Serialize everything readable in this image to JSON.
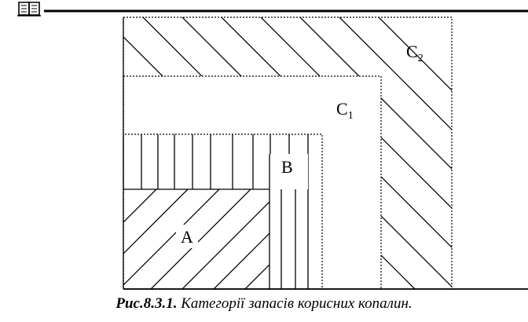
{
  "header": {
    "icon": "open-book-icon"
  },
  "regions": {
    "a": {
      "label": "A"
    },
    "b": {
      "label": "B"
    },
    "c1": {
      "label": "C",
      "sub": "1"
    },
    "c2": {
      "label": "C",
      "sub": "2"
    }
  },
  "caption": {
    "lead": "Рис.8.3.1.",
    "text": "Категорії запасів корисних копалин."
  }
}
